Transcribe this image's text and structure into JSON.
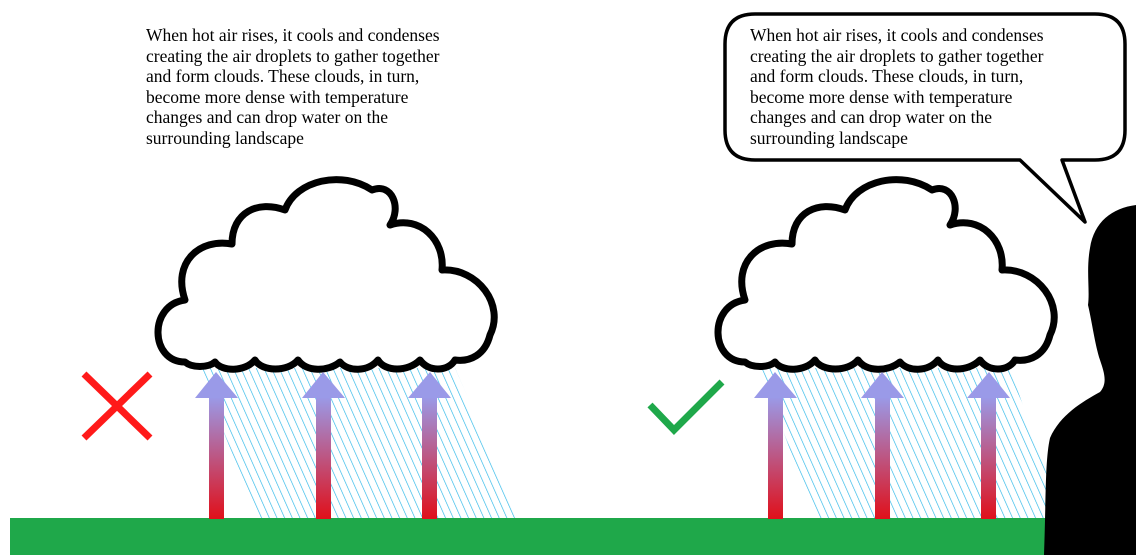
{
  "left_panel": {
    "caption": "When hot air rises, it cools and condenses\ncreating the air droplets to gather together\nand form clouds. These clouds, in turn,\nbecome more dense with temperature\nchanges  and can drop water on the\nsurrounding landscape",
    "mark": "incorrect",
    "mark_icon": "cross-icon",
    "mark_color": "#ff1a1a"
  },
  "right_panel": {
    "caption": "When hot air rises, it cools and condenses\ncreating the air droplets to gather together\nand form clouds. These clouds, in turn,\nbecome more dense with temperature\nchanges  and can drop water on the\nsurrounding landscape",
    "mark": "correct",
    "mark_icon": "checkmark-icon",
    "mark_color": "#1fa84a"
  },
  "colors": {
    "ground": "#1fa84a",
    "rain": "#29b6e8",
    "arrow_top": "#9a9ae8",
    "arrow_bottom": "#e0101a",
    "speaker": "#000000",
    "cloud_outline": "#000000"
  }
}
